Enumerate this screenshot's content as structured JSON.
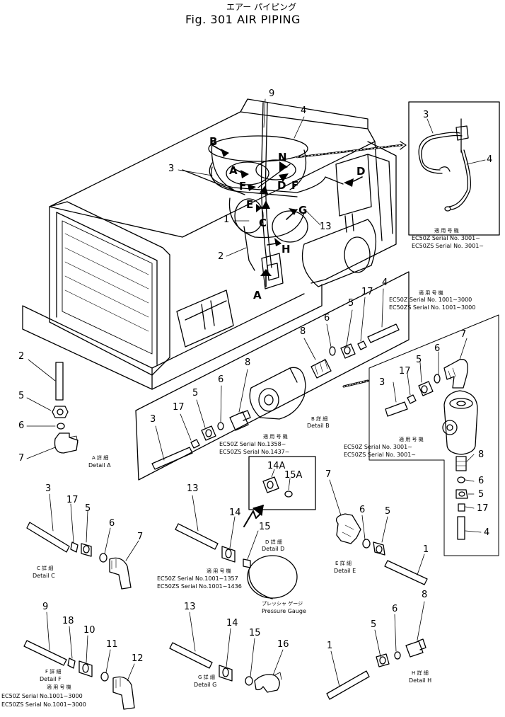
{
  "header": {
    "title_ja": "エアー パイピング",
    "title": "Fig. 301    AIR   PIPING"
  },
  "main_callouts": {
    "n9": "9",
    "n4": "4",
    "n3": "3",
    "n1": "1",
    "n2": "2",
    "n13": "13",
    "B": "B",
    "A_top": "A",
    "N": "N",
    "D_main": "D",
    "D_right": "D",
    "F1": "F",
    "F2": "F",
    "E": "E",
    "C": "C",
    "G": "G",
    "H": "H",
    "A_bottom": "A"
  },
  "inset_top_right": {
    "n3": "3",
    "n4": "4",
    "applic_ja": "適 用 号 機",
    "line1": "EC50Z   Serial No. 3001~",
    "line2": "EC50ZS  Serial No. 3001~"
  },
  "detail_B": {
    "n3": "3",
    "n17": "17",
    "n5": "5",
    "n6": "6",
    "n8": "8",
    "n8b": "8",
    "n6b": "6",
    "n5b": "5",
    "n17b": "17",
    "n4": "4",
    "label_ja": "B 詳 細",
    "label": "Detail  B",
    "applic_ja": "適 用 号 機",
    "line1": "EC50Z   Serial No. 1001~3000",
    "line2": "EC50ZS  Serial No. 1001~3000"
  },
  "detail_B2": {
    "n7": "7",
    "n6": "6",
    "n5": "5",
    "n17": "17",
    "n3": "3",
    "n8": "8",
    "n6b": "6",
    "n5b": "5",
    "n17b": "17",
    "n4": "4",
    "applic_ja": "適 用 号 機",
    "line1": "EC50Z   Serial No. 3001~",
    "line2": "EC50ZS  Serial No. 3001~"
  },
  "detail_A": {
    "n2": "2",
    "n5": "5",
    "n6": "6",
    "n7": "7",
    "label_ja": "A 詳 細",
    "label": "Detail  A"
  },
  "detail_D_inset": {
    "applic_ja": "適 用 号 機",
    "line1": "EC50Z   Serial No.1358~",
    "line2": "EC50ZS  Serial No.1437~",
    "n14A": "14A",
    "n15A": "15A"
  },
  "detail_C": {
    "n3": "3",
    "n17": "17",
    "n5": "5",
    "n6": "6",
    "n7": "7",
    "label_ja": "C 詳 細",
    "label": "Detail  C"
  },
  "detail_D": {
    "n13": "13",
    "n14": "14",
    "n15": "15",
    "label_ja": "D 詳 細",
    "label": "Detail  D",
    "applic_ja": "適 用 号 機",
    "line1": "EC50Z   Serial No.1001~1357",
    "line2": "EC50ZS  Serial No.1001~1436",
    "gauge_ja": "プレッシャ ゲージ",
    "gauge": "Pressure Gauge"
  },
  "detail_E": {
    "n7": "7",
    "n6": "6",
    "n5": "5",
    "n1": "1",
    "label_ja": "E 詳 細",
    "label": "Detail  E"
  },
  "detail_F": {
    "n9": "9",
    "n18": "18",
    "n10": "10",
    "n11": "11",
    "n12": "12",
    "label_ja": "F 詳 細",
    "label": "Detail  F",
    "applic_ja": "適 用 号 機",
    "line1": "EC50Z   Serial No.1001~3000",
    "line2": "EC50ZS  Serial No.1001~3000"
  },
  "detail_G": {
    "n13": "13",
    "n14": "14",
    "n15": "15",
    "n16": "16",
    "label_ja": "G 詳 細",
    "label": "Detail  G"
  },
  "detail_H": {
    "n1": "1",
    "n5": "5",
    "n6": "6",
    "n8": "8",
    "label_ja": "H 詳 細",
    "label": "Detail  H"
  }
}
